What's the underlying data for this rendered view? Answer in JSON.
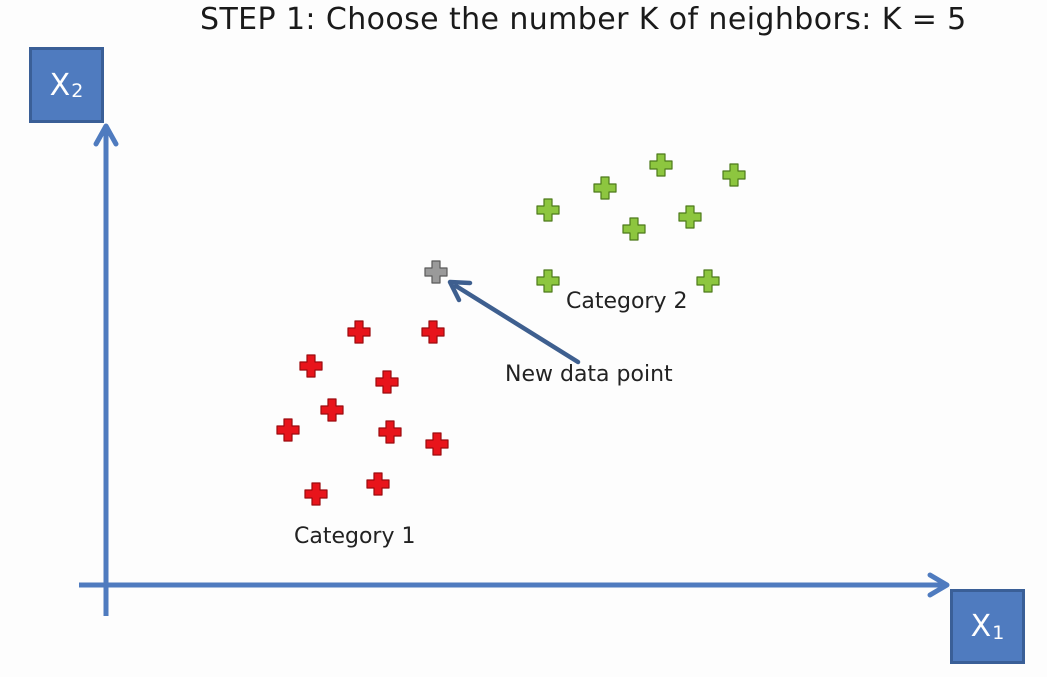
{
  "title": "STEP 1: Choose the number K of neighbors: K = 5",
  "axes": {
    "y_label": "X",
    "y_subscript": "2",
    "x_label": "X",
    "x_subscript": "1"
  },
  "labels": {
    "category_1": "Category 1",
    "category_2": "Category 2",
    "new_point": "New data point"
  },
  "colors": {
    "axis": "#4f7bbf",
    "category_1": "#e8141b",
    "category_2": "#8dc63f",
    "new_point": "#9a9a9a",
    "arrow": "#3e5f8f"
  },
  "icons": {
    "marker": "plus-icon"
  }
}
